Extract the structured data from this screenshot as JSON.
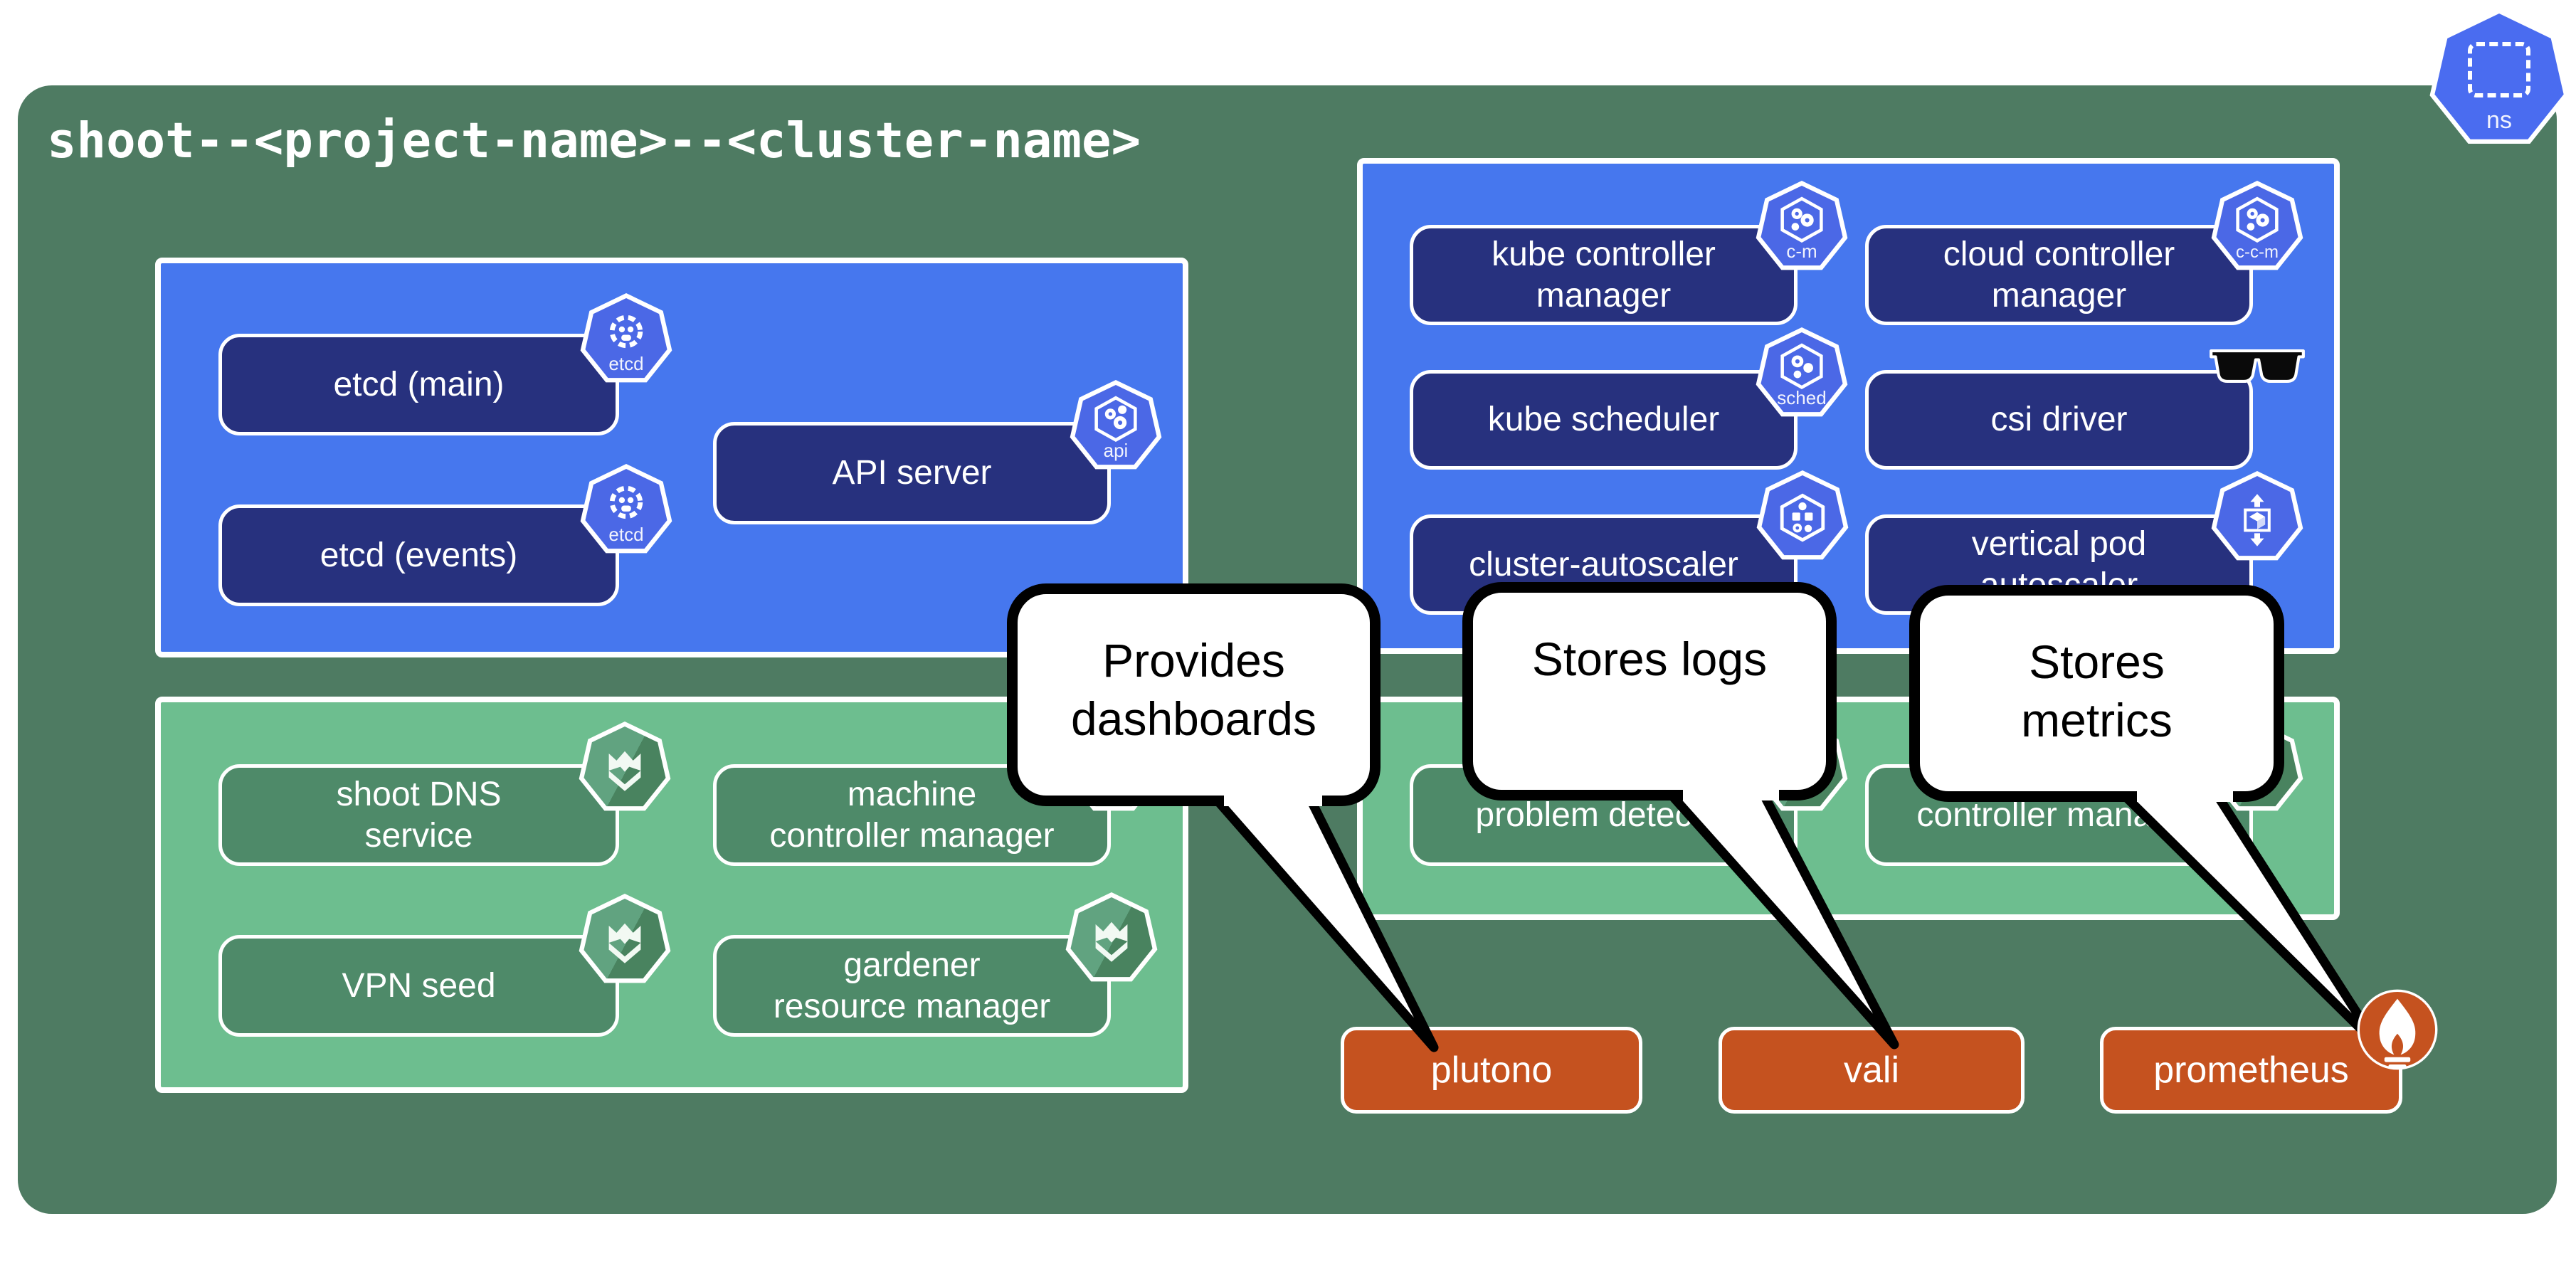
{
  "title": "shoot--<project-name>--<cluster-name>",
  "namespace_badge": {
    "label": "ns"
  },
  "boxes": {
    "etcd_main": {
      "label": "etcd (main)",
      "icon_label": "etcd"
    },
    "etcd_events": {
      "label": "etcd (events)",
      "icon_label": "etcd"
    },
    "api_server": {
      "label": "API server",
      "icon_label": "api"
    },
    "kube_controller_manager": {
      "label": "kube controller\nmanager",
      "icon_label": "c-m"
    },
    "cloud_controller_manager": {
      "label": "cloud controller\nmanager",
      "icon_label": "c-c-m"
    },
    "kube_scheduler": {
      "label": "kube scheduler",
      "icon_label": "sched"
    },
    "csi_driver": {
      "label": "csi driver"
    },
    "cluster_autoscaler": {
      "label": "cluster-autoscaler"
    },
    "vertical_pod_autoscaler": {
      "label": "vertical pod\nautoscaler"
    },
    "shoot_dns_service": {
      "label": "shoot DNS\nservice"
    },
    "machine_controller_manager": {
      "label": "machine\ncontroller manager"
    },
    "vpn_seed": {
      "label": "VPN seed"
    },
    "gardener_resource_manager": {
      "label": "gardener\nresource manager"
    },
    "problem_detector": {
      "label": "problem detector"
    },
    "controller_manager": {
      "label": "controller manager"
    },
    "plutono": {
      "label": "plutono"
    },
    "vali": {
      "label": "vali"
    },
    "prometheus": {
      "label": "prometheus"
    }
  },
  "callouts": [
    {
      "text": "Provides\ndashboards"
    },
    {
      "text": "Stores logs"
    },
    {
      "text": "Stores\nmetrics"
    }
  ],
  "colors": {
    "canvas_green": "#4e7b62",
    "panel_blue": "#4677ee",
    "box_navy": "#27317e",
    "panel_green": "#6dbe8f",
    "box_green": "#4e8a69",
    "box_orange": "#c5521f",
    "icon_blue": "#4b68e6",
    "icon_green": "#5fa07e",
    "bubble_border": "#000000"
  }
}
